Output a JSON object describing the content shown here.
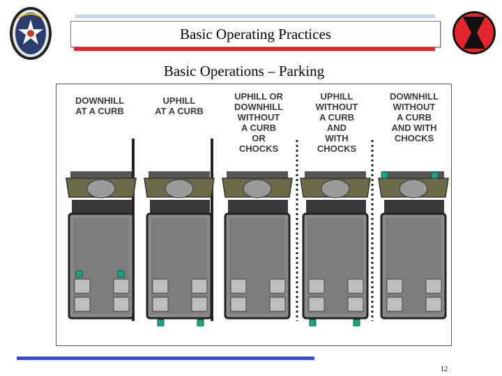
{
  "header": {
    "title": "Basic Operating Practices"
  },
  "slide": {
    "subtitle": "Basic Operations – Parking",
    "page_number": "12"
  },
  "diagram": {
    "columns": [
      {
        "label": "DOWNHILL\nAT A CURB"
      },
      {
        "label": "UPHILL\nAT A CURB"
      },
      {
        "label": "UPHILL OR\nDOWNHILL\nWITHOUT\nA CURB\nOR\nCHOCKS"
      },
      {
        "label": "UPHILL\nWITHOUT\nA CURB\nAND\nWITH\nCHOCKS"
      },
      {
        "label": "DOWNHILL\nWITHOUT\nA CURB\nAND WITH\nCHOCKS"
      }
    ]
  },
  "colors": {
    "accent_blue": "#3b4cc0",
    "accent_red": "#d7262c",
    "chock_green": "#1aa58a",
    "vehicle_gray": "#8a8a8a"
  },
  "icons": {
    "left_logo": "unit-insignia-logo",
    "right_logo": "division-patch-logo"
  }
}
